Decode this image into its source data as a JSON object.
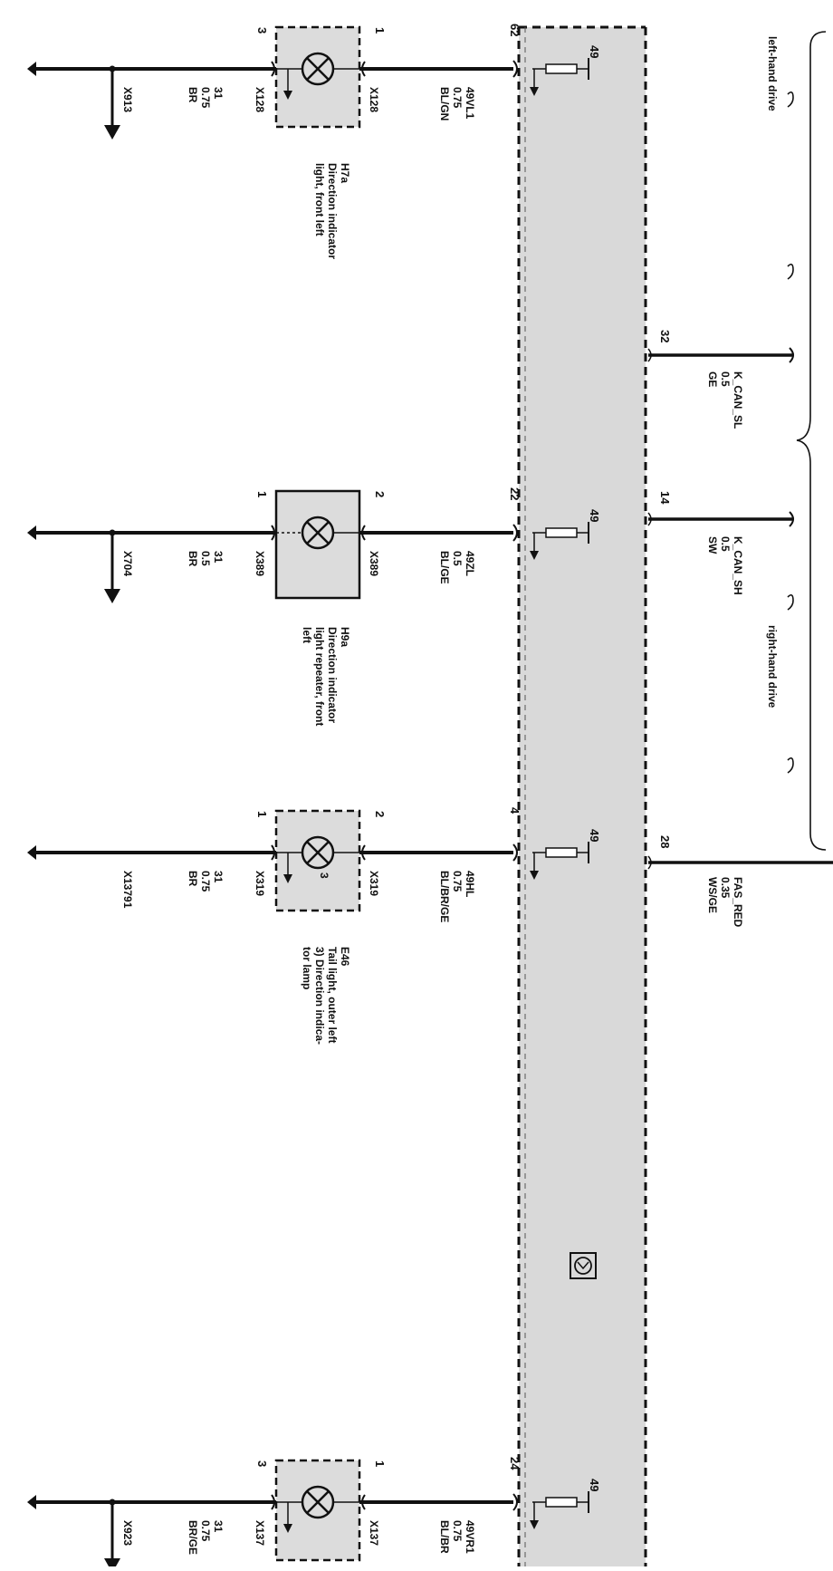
{
  "colors": {
    "module_fill": "#d9d9d9",
    "wire": "#111111",
    "component_fill": "#dcdcdc"
  },
  "legend": {
    "left_hand_drive": "left-hand drive",
    "right_hand_drive": "right-hand drive"
  },
  "bus": {
    "k_can_sl": {
      "pin": "32",
      "name": "K_CAN_SL",
      "size": "0.5",
      "color": "GE"
    },
    "k_can_sh": {
      "pin": "14",
      "name": "K_CAN_SH",
      "size": "0.5",
      "color": "SW"
    },
    "fas_red": {
      "pin": "28",
      "name": "FAS_RED",
      "size": "0.35",
      "color": "WS/GE"
    }
  },
  "circuits": [
    {
      "module_pin": "62",
      "ground_tag": "49",
      "signal": "49VL1",
      "signal_size": "0.75",
      "signal_color": "BL/GN",
      "lamp_pin_module_side": "1",
      "lamp_pin_ground_side": "3",
      "connector_module_side": "X128",
      "connector_ground_side": "X128",
      "ground": "31",
      "ground_size": "0.75",
      "ground_color": "BR",
      "ground_point": "X913",
      "component_id": "H7a",
      "component_desc": [
        "Direction indicator",
        "light, front left"
      ],
      "lamp_sub": ""
    },
    {
      "module_pin": "22",
      "ground_tag": "49",
      "signal": "49ZL",
      "signal_size": "0.5",
      "signal_color": "BL/GE",
      "lamp_pin_module_side": "2",
      "lamp_pin_ground_side": "1",
      "connector_module_side": "X389",
      "connector_ground_side": "X389",
      "ground": "31",
      "ground_size": "0.5",
      "ground_color": "BR",
      "ground_point": "X704",
      "component_id": "H9a",
      "component_desc": [
        "Direction indicator",
        "light repeater, front",
        "left"
      ],
      "lamp_sub": ""
    },
    {
      "module_pin": "4",
      "ground_tag": "49",
      "signal": "49HL",
      "signal_size": "0.75",
      "signal_color": "BL/BR/GE",
      "lamp_pin_module_side": "2",
      "lamp_pin_ground_side": "1",
      "connector_module_side": "X319",
      "connector_ground_side": "X319",
      "ground": "31",
      "ground_size": "0.75",
      "ground_color": "BR",
      "ground_point": "X13791",
      "component_id": "E46",
      "component_desc": [
        "Tail light, outer left",
        "3) Direction indica-",
        "tor lamp"
      ],
      "lamp_sub": "3"
    },
    {
      "module_pin": "24",
      "ground_tag": "49",
      "signal": "49VR1",
      "signal_size": "0.75",
      "signal_color": "BL/BR",
      "lamp_pin_module_side": "1",
      "lamp_pin_ground_side": "3",
      "connector_module_side": "X137",
      "connector_ground_side": "X137",
      "ground": "31",
      "ground_size": "0.75",
      "ground_color": "BR/GE",
      "ground_point": "X923",
      "component_id": "",
      "component_desc": [],
      "lamp_sub": ""
    }
  ]
}
